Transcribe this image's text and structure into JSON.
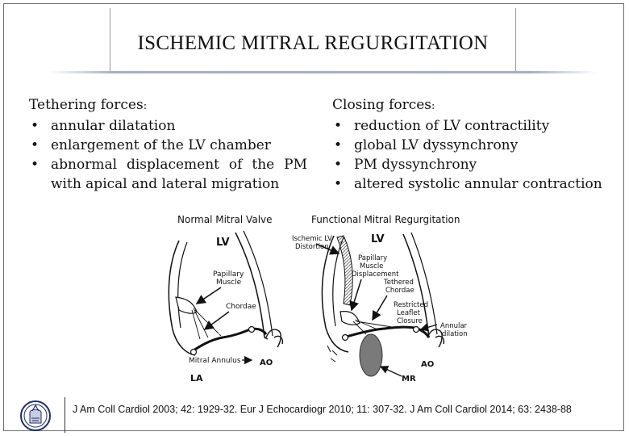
{
  "slide": {
    "title": "ISCHEMIC MITRAL REGURGITATION",
    "left_column": {
      "heading": "Tethering forces",
      "colon": ":",
      "bullets": [
        "annular dilatation",
        "enlargement of the LV chamber",
        "abnormal  displacement  of  the  PM with apical and lateral migration"
      ]
    },
    "right_column": {
      "heading": "Closing forces",
      "colon": ":",
      "bullets": [
        "reduction of LV contractility",
        "global LV dyssynchrony",
        "PM dyssynchrony",
        "altered systolic annular contraction"
      ]
    },
    "citation": "J Am Coll Cardiol 2003; 42: 1929-32. Eur J Echocardiogr 2010; 11: 307-32. J Am Coll Cardiol 2014; 63: 2438-88"
  },
  "diagram": {
    "normal_title": "Normal Mitral Valve",
    "functional_title": "Functional Mitral Regurgitation",
    "normal_labels": {
      "lv": "LV",
      "papillary_1": "Papillary",
      "papillary_2": "Muscle",
      "chordae": "Chordae",
      "mitral_annulus": "Mitral Annulus",
      "ao": "AO",
      "la": "LA"
    },
    "functional_labels": {
      "ischemic_1": "Ischemic LV",
      "ischemic_2": "Distortion",
      "lv": "LV",
      "papillary_1": "Papillary",
      "papillary_2": "Muscle",
      "papillary_3": "Displacement",
      "tethered_1": "Tethered",
      "tethered_2": "Chordae",
      "restricted_1": "Restricted",
      "restricted_2": "Leaflet",
      "restricted_3": "Closure",
      "annular_1": "Annular",
      "annular_2": "dilation",
      "ao": "AO",
      "mr": "MR"
    }
  },
  "colors": {
    "frame": "#6f6f6f",
    "title_rule": "#5a6e96",
    "text": "#111111",
    "logo": "#1f2f6b"
  },
  "icons": {
    "logo": "university-seal-icon"
  }
}
